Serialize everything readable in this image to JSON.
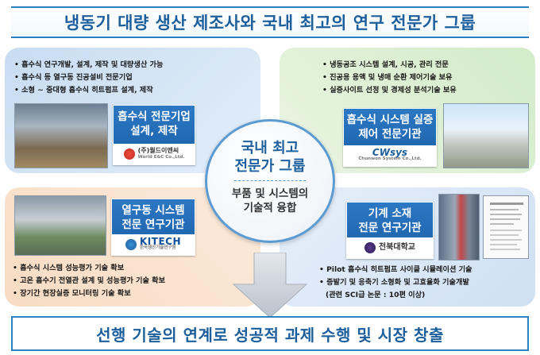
{
  "title": "냉동기 대량 생산 제조사와 국내 최고의 연구 전문가 그룹",
  "center": {
    "title_line1": "국내 최고",
    "title_line2": "전문가 그룹",
    "sub_line1": "부품 및 시스템의",
    "sub_line2": "기술적 융합"
  },
  "top_left": {
    "bullets": [
      "흡수식 연구개발, 설계, 제작 및 대량생산 가능",
      "흡수식 등 열구동 진공설비 전문기업",
      "소형 ~ 중대형 흡수식 히트펌프 설계, 제작"
    ],
    "org_line1": "흡수식 전문기업",
    "org_line2": "설계, 제작",
    "logo_name": "(주)월드이엔씨",
    "logo_sub": "World E&C Co.,Ltd."
  },
  "top_right": {
    "bullets": [
      "냉동공조 시스템 설계, 시공, 관리 전문",
      "진공용 용액 및 냉매 순환 제어기술 보유",
      "실증사이트 선정 및 경제성 분석기술 보유"
    ],
    "org_line1": "흡수식 시스템 실증",
    "org_line2": "제어 전문기관",
    "logo_name": "CWsys",
    "logo_sub": "Chunwon System Co.,Ltd."
  },
  "bottom_left": {
    "bullets": [
      "흡수식 시스템 성능평가 기술 확보",
      "고온 흡수기 전열관 설계 및 성능평가 기술 확보",
      "장기간 현장실증 모니터링 기술 확보"
    ],
    "org_line1": "열구동 시스템",
    "org_line2": "전문 연구기관",
    "logo_name": "KITECH",
    "logo_sub": "한국생산기술연구원"
  },
  "bottom_right": {
    "bullets": [
      "Pilot 흡수식 히트펌프 사이클 시뮬레이션 기술",
      "증발기 및 응축기 소형화 및 고효율화 기술개발",
      "(관련 SCI급 논문 : 10편 이상)"
    ],
    "org_line1": "기계 소재",
    "org_line2": "전문 연구기관",
    "logo_name": "전북대학교"
  },
  "bottom": "선행 기술의 연계로 성공적 과제 수행 및 시장 창출",
  "colors": {
    "primary": "#1c5f9c",
    "accent": "#2a7fbf",
    "top_left_bg": "#c8dcf1",
    "top_right_bg": "#d2ebc8",
    "bottom_left_bg": "#f8dcc3",
    "bottom_right_bg": "#cfe0f3"
  }
}
